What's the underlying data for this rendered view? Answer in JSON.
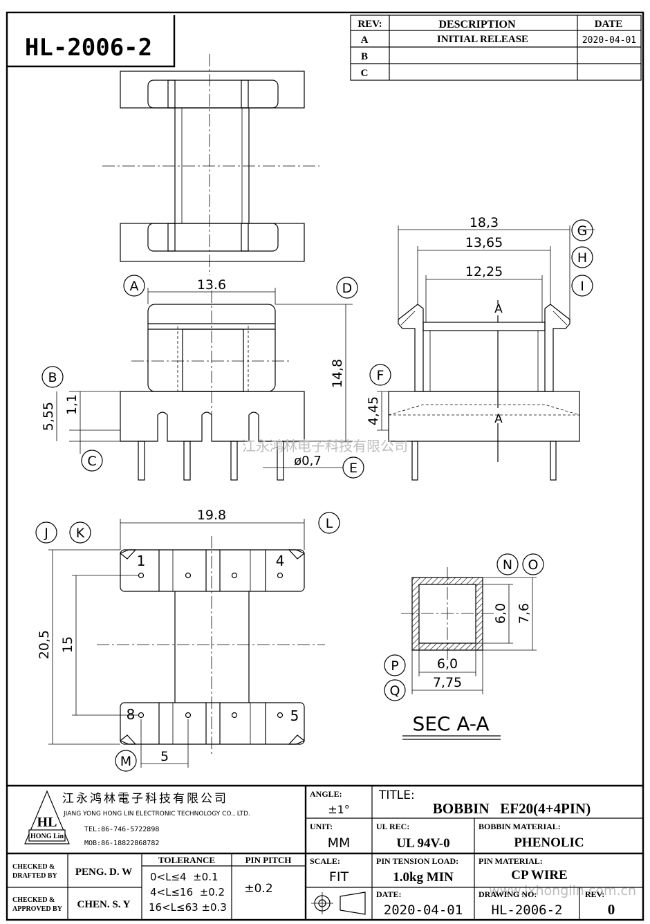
{
  "part_number": "HL-2006-2",
  "revision_table": {
    "headers": {
      "rev": "REV:",
      "description": "DESCRIPTION",
      "date": "DATE"
    },
    "rows": [
      {
        "rev": "A",
        "description": "INITIAL RELEASE",
        "date": "2020-04-01"
      },
      {
        "rev": "B",
        "description": "",
        "date": ""
      },
      {
        "rev": "C",
        "description": "",
        "date": ""
      }
    ]
  },
  "dimensions": {
    "width_a": "13.6",
    "height_d": "14,8",
    "b": "1,1",
    "c": "5,55",
    "pin_dia_e": "ø0,7",
    "g": "18,3",
    "h": "13,65",
    "i": "12,25",
    "f": "4,45",
    "l": "19.8",
    "j": "20,5",
    "k": "15",
    "m": "5",
    "n": "6,0",
    "o": "7,6",
    "p": "6,0",
    "q": "7,75"
  },
  "callouts": [
    "A",
    "B",
    "C",
    "D",
    "E",
    "F",
    "G",
    "H",
    "I",
    "J",
    "K",
    "L",
    "M",
    "N",
    "O",
    "P",
    "Q"
  ],
  "section_marks": {
    "upper": "A",
    "lower": "A"
  },
  "pin_numbers": [
    "1",
    "4",
    "8",
    "5"
  ],
  "section_label": "SEC A-A",
  "watermark_text": "江永鸿林电子科技有限公司",
  "watermark_url": "www.jxhonglin.com.cn",
  "title_block": {
    "company_cn": "江永鸿林電子科技有限公司",
    "company_en": "JIANG YONG HONG LIN ELECTRONIC TECHNOLOGY CO., LTD.",
    "logo_text": "HL",
    "logo_sub": "HONG Lin",
    "tel": "TEL:86-746-5722898",
    "mob": "MOB:86-18822868782",
    "angle_label": "ANGLE:",
    "angle_value": "±1°",
    "title_label": "TITLE:",
    "title_value": "BOBBIN   EF20(4+4PIN)",
    "unit_label": "UNIT:",
    "unit_value": "MM",
    "ul_label": "UL REC:",
    "ul_value": "UL 94V-0",
    "bobbin_material_label": "BOBBIN MATERIAL:",
    "bobbin_material_value": "PHENOLIC",
    "scale_label": "SCALE:",
    "scale_value": "FIT",
    "pin_tension_label": "PIN TENSION LOAD:",
    "pin_tension_value": "1.0kg MIN",
    "pin_material_label": "PIN MATERIAL:",
    "pin_material_value": "CP WIRE",
    "checked_drafted_label_1": "CHECKED &",
    "checked_drafted_label_2": "DRAFTED BY",
    "checked_drafted_value": "PENG. D. W",
    "checked_approved_label_1": "CHECKED &",
    "checked_approved_label_2": "APPROVED BY",
    "checked_approved_value": "CHEN. S. Y",
    "tolerance_label": "TOLERANCE",
    "tolerance_rows": [
      "0<L≤4  ±0.1",
      "4<L≤16  ±0.2",
      "16<L≤63 ±0.3"
    ],
    "pin_pitch_label": "PIN PITCH",
    "pin_pitch_value": "±0.2",
    "date_label": "DATE:",
    "date_value": "2020-04-01",
    "drawing_no_label": "DRAWING NO:",
    "drawing_no_value": "HL-2006-2",
    "rev_label": "REV:",
    "rev_value": "0"
  }
}
